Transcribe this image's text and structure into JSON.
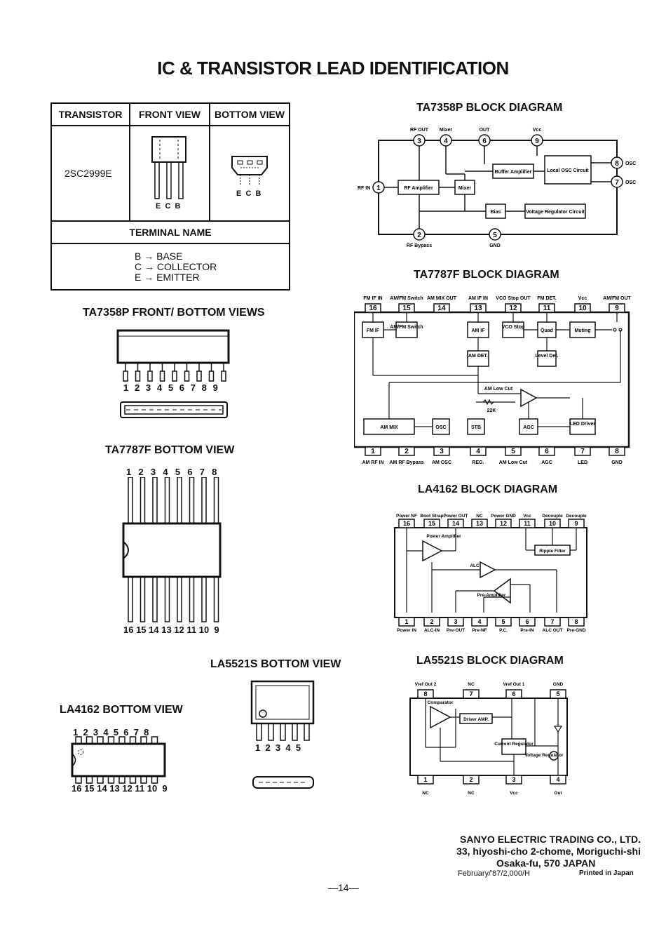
{
  "page": {
    "title": "IC & TRANSISTOR LEAD IDENTIFICATION",
    "page_number": "—14—"
  },
  "transistor_table": {
    "col_transistor": "TRANSISTOR",
    "col_front": "FRONT VIEW",
    "col_bottom": "BOTTOM VIEW",
    "part": "2SC2999E",
    "front_pins": "E  C  B",
    "bottom_pins": "E  C  B",
    "terminal_header": "TERMINAL NAME",
    "terminals": [
      "B → BASE",
      "C → COLLECTOR",
      "E → EMITTER"
    ]
  },
  "headings": {
    "ta7358p_views": "TA7358P FRONT/ BOTTOM VIEWS",
    "ta7787f_bottom": "TA7787F BOTTOM VIEW",
    "la5521s_bottom": "LA5521S BOTTOM VIEW",
    "la4162_bottom": "LA4162 BOTTOM VIEW",
    "ta7358p_block": "TA7358P BLOCK DIAGRAM",
    "ta7787f_block": "TA7787F BLOCK DIAGRAM",
    "la4162_block": "LA4162 BLOCK DIAGRAM",
    "la5521s_block": "LA5521S BLOCK DIAGRAM"
  },
  "pin_numbers": {
    "ta7358p": "1  2  3  4  5  6  7  8  9",
    "ta7787f_top": "1  2  3  4  5  6  7  8",
    "ta7787f_bottom": "16 15 14 13 12 11 10  9",
    "la4162_top": "1  2  3  4  5  6  7  8",
    "la4162_bottom": "16 15 14 13 12 11 10  9",
    "la5521s": "1  2  3  4  5"
  },
  "ta7358p_block": {
    "top_labels": [
      "RF OUT",
      "Mixer",
      "OUT",
      "Vcc"
    ],
    "pins": [
      "3",
      "4",
      "6",
      "9",
      "1",
      "8",
      "7",
      "2",
      "5"
    ],
    "rf_in": "RF IN",
    "osc": "OSC",
    "bottom_labels": [
      "RF Bypass",
      "GND"
    ],
    "blocks": [
      "RF Amplifier",
      "Mixer",
      "Buffer Amplifier",
      "Local OSC Circuit",
      "Bias",
      "Voltage Regulator Circuit"
    ]
  },
  "ta7787f_block": {
    "top_labels": [
      "FM IF IN",
      "AM/FM Switch",
      "AM MIX OUT",
      "AM IF IN",
      "VCO Stop OUT",
      "FM DET.",
      "Vcc",
      "AM/FM OUT"
    ],
    "top_pins": [
      "16",
      "15",
      "14",
      "13",
      "12",
      "11",
      "10",
      "9"
    ],
    "bottom_pins": [
      "1",
      "2",
      "3",
      "4",
      "5",
      "6",
      "7",
      "8"
    ],
    "bottom_labels": [
      "AM RF IN",
      "AM RF Bypass",
      "AM OSC",
      "REG.",
      "AM Low Cut",
      "AGC",
      "LED",
      "GND"
    ],
    "blocks": [
      "FM IF",
      "AM/FM Switch",
      "AM IF",
      "VCO Stop",
      "Quad",
      "Muting",
      "AM DET.",
      "Level Det.",
      "AM MIX",
      "OSC",
      "STB",
      "AGC",
      "LED Driver"
    ],
    "amp_label": "AM Low Cut",
    "resistor": "22K"
  },
  "la4162_block": {
    "top_labels": [
      "Power NF",
      "Boot Strap",
      "Power OUT",
      "NC",
      "Power GND",
      "Vcc",
      "Decouple",
      "Decouple"
    ],
    "top_pins": [
      "16",
      "15",
      "14",
      "13",
      "12",
      "11",
      "10",
      "9"
    ],
    "bottom_pins": [
      "1",
      "2",
      "3",
      "4",
      "5",
      "6",
      "7",
      "8"
    ],
    "bottom_labels": [
      "Power IN",
      "ALC-IN",
      "Pre-OUT",
      "Pre-NF",
      "P.C.",
      "Pre-IN",
      "ALC OUT",
      "Pre-GND"
    ],
    "blocks": [
      "Power Amplifier",
      "Ripple Filter",
      "ALC",
      "Pre-Amplifier"
    ]
  },
  "la5521s_block": {
    "top_labels": [
      "Vref Out 2",
      "NC",
      "Vref Out 1",
      "GND"
    ],
    "top_pins": [
      "8",
      "7",
      "6",
      "5"
    ],
    "bottom_pins": [
      "1",
      "2",
      "3",
      "4"
    ],
    "bottom_labels": [
      "NC",
      "NC",
      "Vcc",
      "Out"
    ],
    "blocks": [
      "Comparator",
      "Driver AMP.",
      "Current Regulator",
      "Voltage Regulator"
    ]
  },
  "footer": {
    "company": "SANYO ELECTRIC TRADING CO., LTD.",
    "address1": "33, hiyoshi-cho 2-chome, Moriguchi-shi",
    "address2": "Osaka-fu, 570 JAPAN",
    "print_code": "February/'87/2,000/H",
    "printed": "Printed in Japan"
  }
}
